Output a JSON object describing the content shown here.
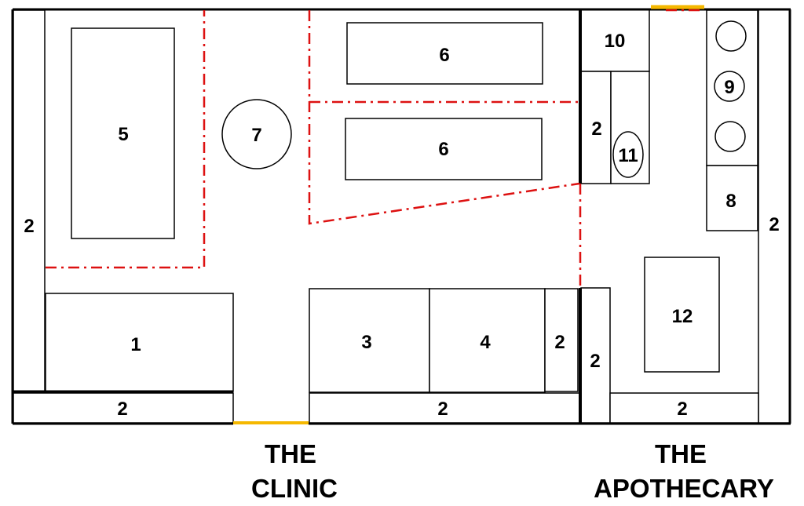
{
  "rooms": {
    "clinic": {
      "line1": "THE",
      "line2": "CLINIC"
    },
    "apothecary": {
      "line1": "THE",
      "line2": "APOTHECARY"
    }
  },
  "labels": {
    "n1": "1",
    "n2": "2",
    "n3": "3",
    "n4": "4",
    "n5": "5",
    "n6": "6",
    "n7": "7",
    "n8": "8",
    "n9": "9",
    "n10": "10",
    "n11": "11",
    "n12": "12"
  },
  "colors": {
    "wall": "#000000",
    "boundary_dashed": "#dd1111",
    "doorway": "#f5b800"
  }
}
